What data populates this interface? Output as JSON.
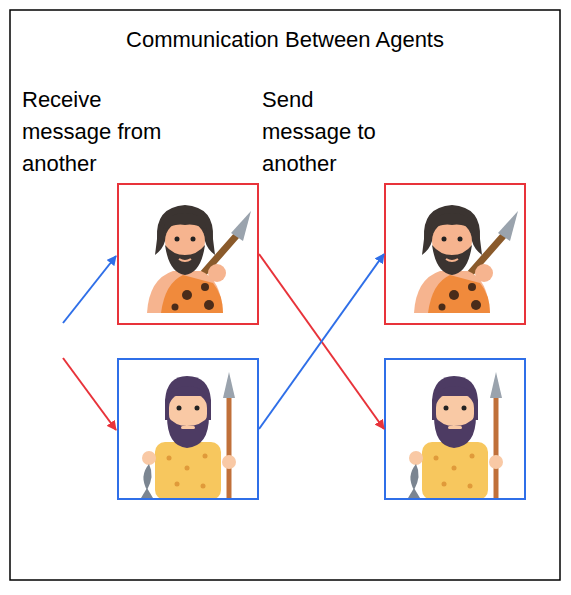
{
  "diagram": {
    "title": "Communication Between Agents",
    "nodes": [
      {
        "text": []
      },
      {
        "text": []
      },
      {
        "text": []
      },
      {
        "text": []
      }
    ],
    "edges": [
      {
        "from": 0,
        "to": 3,
        "arrow": "to"
      },
      {
        "from": 2,
        "to": 1,
        "arrow": "to"
      }
    ],
    "labels": [
      "Receive message from another",
      "Send message to another"
    ]
  }
}
